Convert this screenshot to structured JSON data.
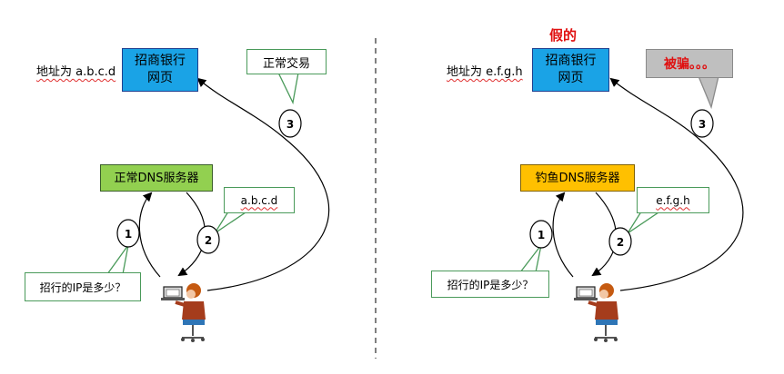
{
  "left": {
    "address_label": "地址为 a.b.c.d",
    "bank_line1": "招商银行",
    "bank_line2": "网页",
    "dns_label": "正常DNS服务器",
    "bubble_trade": "正常交易",
    "bubble_ip": "a.b.c.d",
    "question": "招行的IP是多少？",
    "steps": [
      "1",
      "2",
      "3"
    ]
  },
  "right": {
    "fake_label": "假的",
    "address_label": "地址为 e.f.g.h",
    "bank_line1": "招商银行",
    "bank_line2": "网页",
    "dns_label": "钓鱼DNS服务器",
    "bubble_cheated": "被骗。。。",
    "bubble_ip": "e.f.g.h",
    "question": "招行的IP是多少？",
    "steps": [
      "1",
      "2",
      "3"
    ]
  },
  "colors": {
    "bank_box": "#1aa3e6",
    "normal_dns": "#92d050",
    "phishing_dns": "#ffc000",
    "fake_text": "#e01010",
    "callout_border": "#4a9a5a",
    "cheated_bubble": "#bfbfbf"
  }
}
